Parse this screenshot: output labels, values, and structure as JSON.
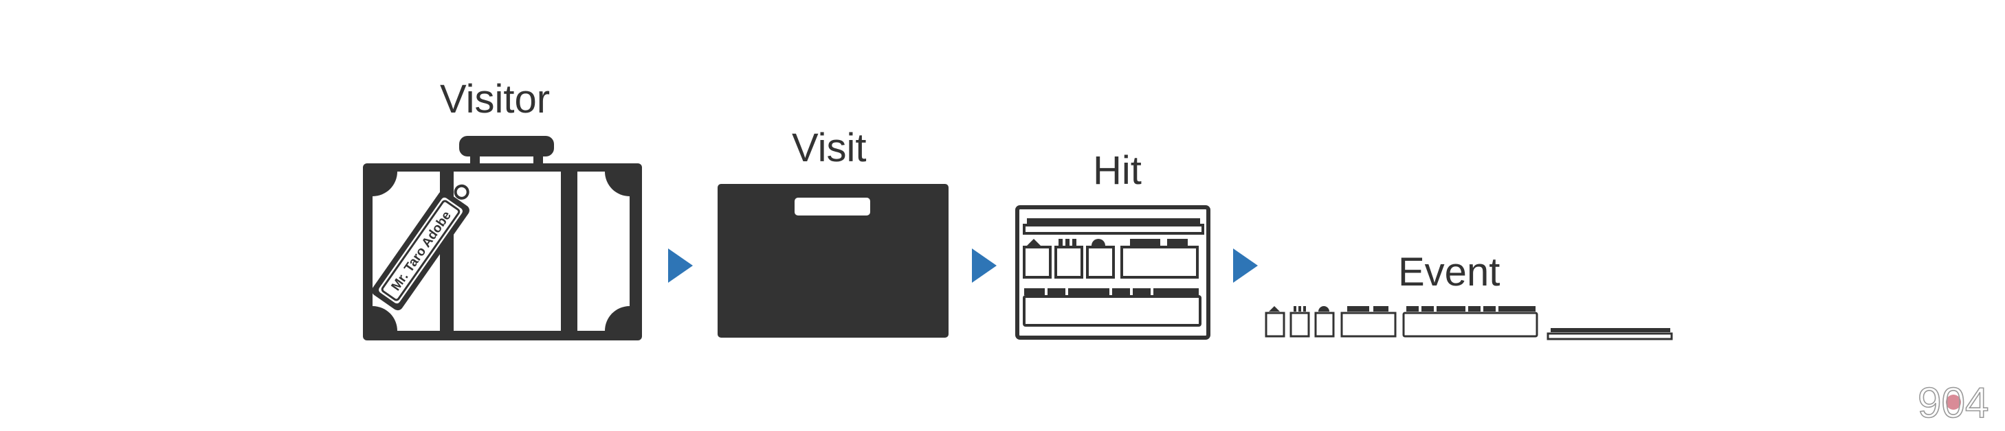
{
  "diagram": {
    "colors": {
      "ink": "#333333",
      "arrow": "#2e75b6",
      "watermark_ring": "#999999",
      "watermark_dot": "#d98b97"
    },
    "stages": [
      {
        "label": "Visitor",
        "icon": "suitcase-icon"
      },
      {
        "label": "Visit",
        "icon": "case-icon"
      },
      {
        "label": "Hit",
        "icon": "packed-case-icon"
      },
      {
        "label": "Event",
        "icon": "unpacked-items-icon"
      }
    ],
    "tag_text": "Mr. Taro Adobe",
    "connector_icon": "arrow-right-icon",
    "watermark": "904"
  }
}
